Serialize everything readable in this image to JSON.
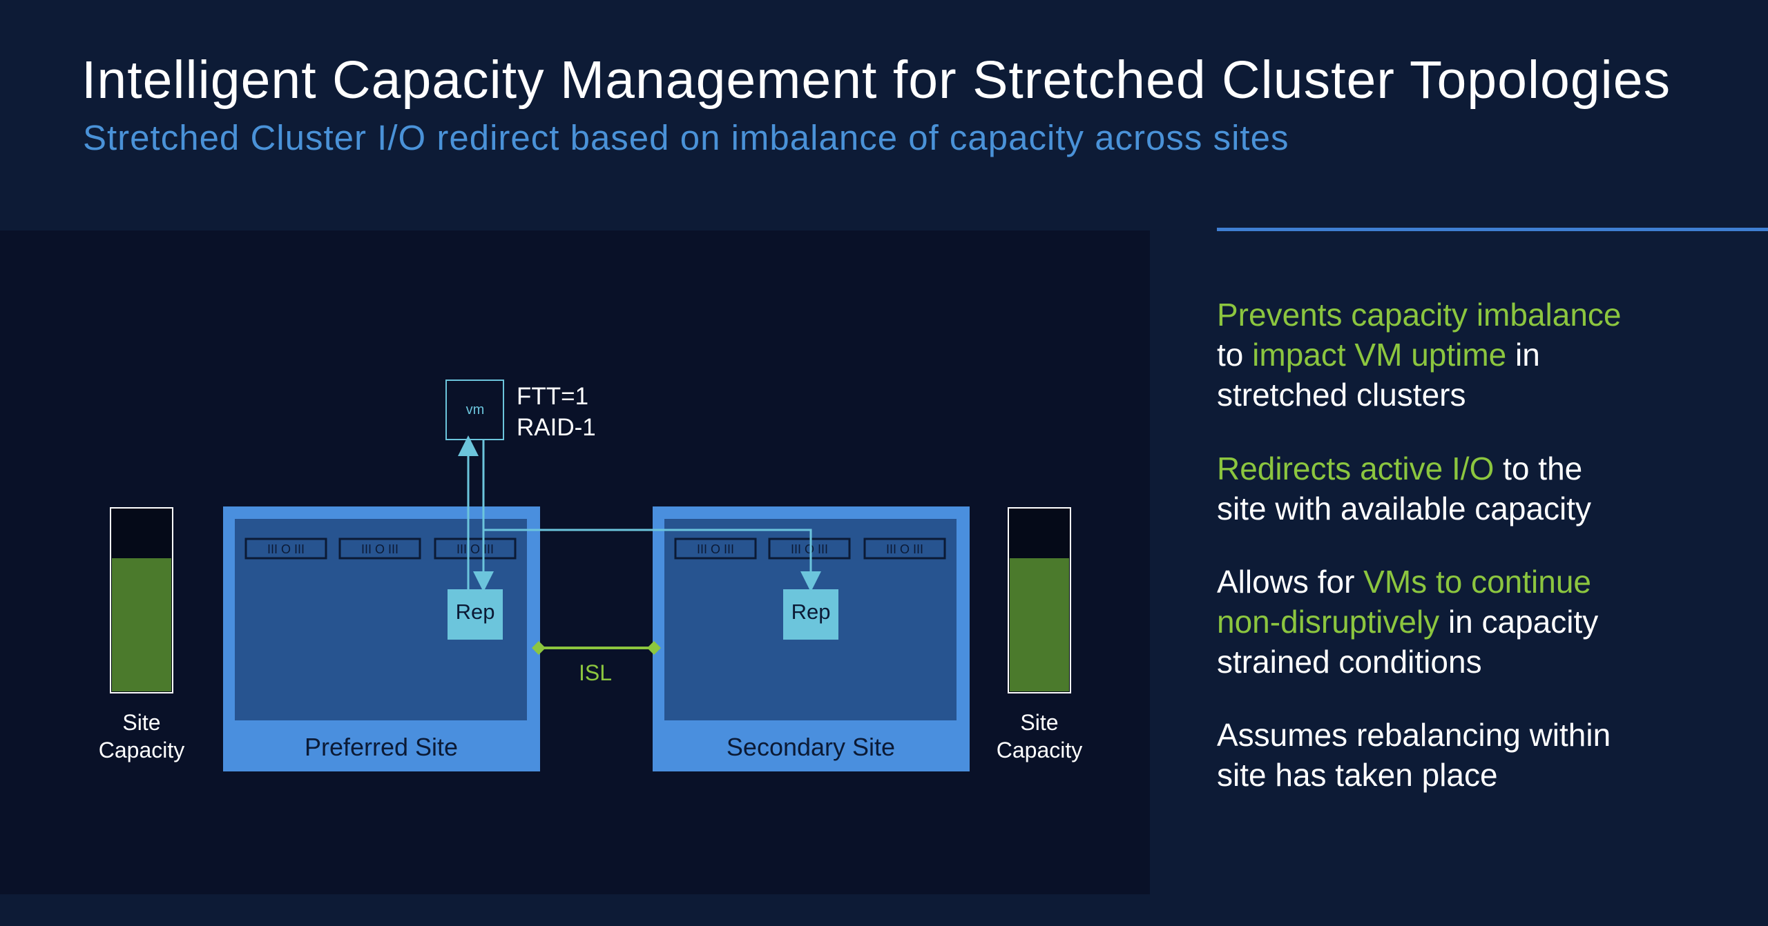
{
  "slide": {
    "title": "Intelligent Capacity Management for Stretched Cluster Topologies",
    "subtitle": "Stretched Cluster I/O redirect based on imbalance of capacity across sites"
  },
  "diagram": {
    "vm_label": "vm",
    "policy_line1": "FTT=1",
    "policy_line2": "RAID-1",
    "isl_label": "ISL",
    "preferred_site": {
      "name": "Preferred Site",
      "rep_label": "Rep"
    },
    "secondary_site": {
      "name": "Secondary Site",
      "rep_label": "Rep"
    },
    "left_capacity": {
      "label_line1": "Site",
      "label_line2": "Capacity",
      "fill_fraction": 0.73
    },
    "right_capacity": {
      "label_line1": "Site",
      "label_line2": "Capacity",
      "fill_fraction": 0.73
    }
  },
  "bullets": [
    {
      "segments": [
        {
          "text": "Prevents capacity imbalance",
          "highlight": true
        },
        {
          "text": "to ",
          "highlight": false,
          "newline": true
        },
        {
          "text": "impact VM uptime",
          "highlight": true
        },
        {
          "text": " in",
          "highlight": false
        },
        {
          "text": "stretched clusters",
          "highlight": false,
          "newline": true
        }
      ]
    },
    {
      "segments": [
        {
          "text": "Redirects active I/O",
          "highlight": true
        },
        {
          "text": " to the",
          "highlight": false
        },
        {
          "text": "site with available capacity",
          "highlight": false,
          "newline": true
        }
      ]
    },
    {
      "segments": [
        {
          "text": "Allows for ",
          "highlight": false
        },
        {
          "text": "VMs to continue",
          "highlight": true
        },
        {
          "text": "non-disruptively",
          "highlight": true,
          "newline": true
        },
        {
          "text": " in capacity",
          "highlight": false
        },
        {
          "text": "strained conditions",
          "highlight": false,
          "newline": true
        }
      ]
    },
    {
      "segments": [
        {
          "text": "Assumes rebalancing within",
          "highlight": false
        },
        {
          "text": "site has taken place",
          "highlight": false,
          "newline": true
        }
      ]
    }
  ],
  "colors": {
    "background": "#0d1b36",
    "panel": "#091128",
    "site_border": "#4a8fde",
    "site_inner": "#275490",
    "rep_box": "#6cc5dc",
    "capacity_fill": "#4b7a2c",
    "highlight_green": "#8cc63f",
    "subtitle_blue": "#4a92d8"
  }
}
